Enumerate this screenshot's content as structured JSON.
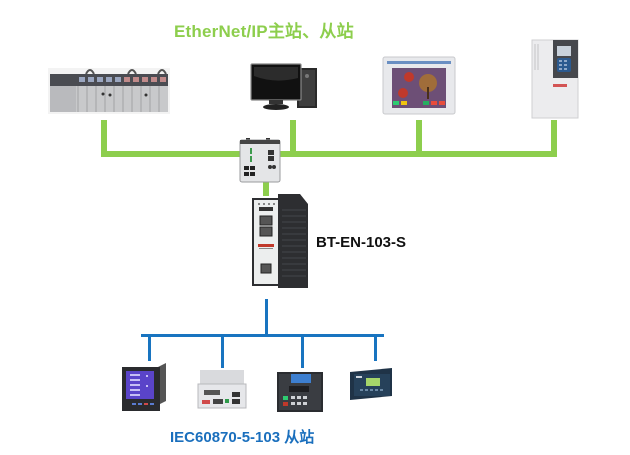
{
  "diagram": {
    "title_top": "EtherNet/IP主站、从站",
    "converter_label": "BT-EN-103-S",
    "title_bottom": "IEC60870-5-103 从站",
    "colors": {
      "ethernet_bus": "#8dce4d",
      "iec_bus": "#1874c0",
      "title_top": "#8dce4d",
      "title_bottom": "#1a6fbd",
      "converter_label": "#111111"
    },
    "top_devices": [
      {
        "name": "PLC rack",
        "icon": "plc-rack-icon"
      },
      {
        "name": "PC workstation",
        "icon": "desktop-computer-icon"
      },
      {
        "name": "HMI touch panel",
        "icon": "hmi-panel-icon"
      },
      {
        "name": "Variable frequency drive",
        "icon": "vfd-drive-icon"
      }
    ],
    "switch": {
      "name": "Industrial Ethernet switch",
      "icon": "ethernet-switch-icon"
    },
    "converter": {
      "name": "BT-EN-103-S gateway",
      "icon": "gateway-icon"
    },
    "bottom_devices": [
      {
        "name": "Power meter",
        "icon": "power-meter-icon"
      },
      {
        "name": "Communication module",
        "icon": "comm-module-icon"
      },
      {
        "name": "Protection relay",
        "icon": "protection-relay-icon"
      },
      {
        "name": "Controller unit",
        "icon": "controller-unit-icon"
      }
    ]
  }
}
